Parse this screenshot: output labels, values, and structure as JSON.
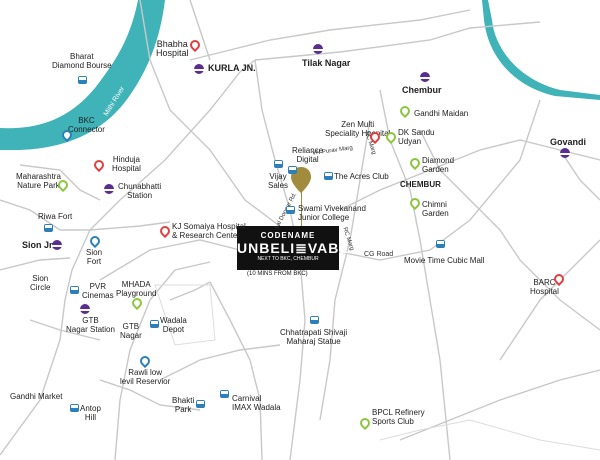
{
  "map": {
    "project": {
      "line1": "CODENAME",
      "line2": "UNBELI≣VABLE",
      "line3": "NEXT TO BKC, CHEMBUR",
      "line4": "(10 MINS FROM BKC)"
    },
    "water_label": "Mithi River",
    "places": {
      "bharat_diamond_bourse": "Bharat\nDiamond Bourse",
      "bhabha_hospital": "Bhabha\nHospital",
      "kurla_jn": "KURLA JN.",
      "tilak_nagar": "Tilak Nagar",
      "chembur_station": "Chembur",
      "gandhi_maidan": "Gandhi Maidan",
      "bkc_connector": "BKC\nConnector",
      "zen_multi": "Zen Multi\nSpeciality Hospital",
      "dk_sandu": "DK Sandu\nUdyan",
      "govandi": "Govandi",
      "hinduja": "Hinduja\nHospital",
      "reliance_digital": "Reliance\nDigital",
      "diamond_garden": "Diamond\nGarden",
      "maharashtra_nature_park": "Maharashtra\nNature Park",
      "chunabhatti": "Chunabhatti\nStation",
      "vijay_sales": "Vijay\nSales",
      "acres_club": "The Acres Club",
      "chembur_area": "CHEMBUR",
      "chimni_garden": "Chimni\nGarden",
      "riwa_fort": "Riwa Fort",
      "kj_somaiya": "KJ Somaiya Hospital\n& Research Center",
      "swami_vivekanand": "Swami Vivekanand\nJunior College",
      "sion_jn": "Sion Jn.",
      "sion_fort": "Sion\nFort",
      "movie_time": "Movie Time Cubic Mall",
      "barc": "BARC\nHospital",
      "sion_circle": "Sion\nCircle",
      "pvr": "PVR\nCinemas",
      "mhada": "MHADA\nPlayground",
      "gtb_station": "GTB\nNagar Station",
      "wadala_depot": "Wadala\nDepot",
      "gtb_nagar": "GTB\nNagar",
      "chhatrapati": "Chhatrapati Shivaji\nMaharaj Statue",
      "rawli": "Rawli low\nlevil Reservior",
      "gandhi_market": "Gandhi Market",
      "bhakti_park": "Bhakti\nPark",
      "carnival": "Carnival\nIMAX Wadala",
      "antop_hill": "Antop\nHill",
      "bpcl": "BPCL Refinery\nSports Club"
    },
    "streets": {
      "vn_purav": "VN Purav Marg",
      "rc_marg_top": "RC Marg",
      "rc_marg_mid": "RC Marg",
      "lal_dongar": "Lal Dongar Rd.",
      "cg_road": "CG Road"
    },
    "colors": {
      "water": "#3fb3b8",
      "road": "#c8c8c8",
      "metro": "#5b2d8e",
      "park_pin": "#8cc63f",
      "hospital_pin": "#e04040",
      "transit_pin": "#2c7fb8",
      "project_bg": "#111111",
      "project_pin": "#a08c3c"
    },
    "icons": {
      "park": "green-location-pin-icon",
      "hospital": "red-cross-pin-icon",
      "metro": "metro-station-icon",
      "bus": "bus-stop-icon",
      "project": "gold-location-pin-icon"
    }
  }
}
